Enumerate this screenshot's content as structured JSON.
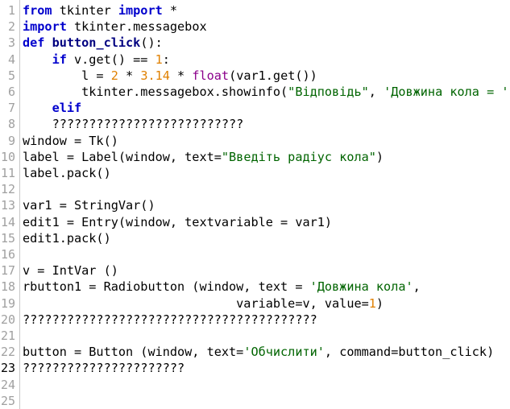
{
  "editor": {
    "lines": [
      {
        "number": "1",
        "current": false,
        "tokens": [
          {
            "t": "from",
            "c": "kw"
          },
          {
            "t": " tkinter ",
            "c": ""
          },
          {
            "t": "import",
            "c": "kw"
          },
          {
            "t": " *",
            "c": ""
          }
        ]
      },
      {
        "number": "2",
        "current": false,
        "tokens": [
          {
            "t": "import",
            "c": "kw"
          },
          {
            "t": " tkinter.messagebox",
            "c": ""
          }
        ]
      },
      {
        "number": "3",
        "current": false,
        "tokens": [
          {
            "t": "def",
            "c": "kw"
          },
          {
            "t": " ",
            "c": ""
          },
          {
            "t": "button_click",
            "c": "fn"
          },
          {
            "t": "():",
            "c": ""
          }
        ]
      },
      {
        "number": "4",
        "current": false,
        "tokens": [
          {
            "t": "    ",
            "c": ""
          },
          {
            "t": "if",
            "c": "kw"
          },
          {
            "t": " v.get() == ",
            "c": ""
          },
          {
            "t": "1",
            "c": "num"
          },
          {
            "t": ":",
            "c": ""
          }
        ]
      },
      {
        "number": "5",
        "current": false,
        "tokens": [
          {
            "t": "        l = ",
            "c": ""
          },
          {
            "t": "2",
            "c": "num"
          },
          {
            "t": " * ",
            "c": ""
          },
          {
            "t": "3.14",
            "c": "num"
          },
          {
            "t": " * ",
            "c": ""
          },
          {
            "t": "float",
            "c": "bi"
          },
          {
            "t": "(var1.get())",
            "c": ""
          }
        ]
      },
      {
        "number": "6",
        "current": false,
        "tokens": [
          {
            "t": "        tkinter.messagebox.showinfo(",
            "c": ""
          },
          {
            "t": "\"Відповідь\"",
            "c": "str"
          },
          {
            "t": ", ",
            "c": ""
          },
          {
            "t": "'Довжина кола = '",
            "c": "str"
          },
          {
            "t": " +",
            "c": ""
          }
        ]
      },
      {
        "number": "7",
        "current": false,
        "tokens": [
          {
            "t": "    ",
            "c": ""
          },
          {
            "t": "elif",
            "c": "kw"
          }
        ]
      },
      {
        "number": "8",
        "current": false,
        "tokens": [
          {
            "t": "    ??????????????????????????",
            "c": ""
          }
        ]
      },
      {
        "number": "9",
        "current": false,
        "tokens": [
          {
            "t": "window = Tk()",
            "c": ""
          }
        ]
      },
      {
        "number": "10",
        "current": false,
        "tokens": [
          {
            "t": "label = Label(window, text=",
            "c": ""
          },
          {
            "t": "\"Введіть радіус кола\"",
            "c": "str"
          },
          {
            "t": ")",
            "c": ""
          }
        ]
      },
      {
        "number": "11",
        "current": false,
        "tokens": [
          {
            "t": "label.pack()",
            "c": ""
          }
        ]
      },
      {
        "number": "12",
        "current": false,
        "tokens": []
      },
      {
        "number": "13",
        "current": false,
        "tokens": [
          {
            "t": "var1 = StringVar()",
            "c": ""
          }
        ]
      },
      {
        "number": "14",
        "current": false,
        "tokens": [
          {
            "t": "edit1 = Entry(window, textvariable = var1)",
            "c": ""
          }
        ]
      },
      {
        "number": "15",
        "current": false,
        "tokens": [
          {
            "t": "edit1.pack()",
            "c": ""
          }
        ]
      },
      {
        "number": "16",
        "current": false,
        "tokens": []
      },
      {
        "number": "17",
        "current": false,
        "tokens": [
          {
            "t": "v = IntVar ()",
            "c": ""
          }
        ]
      },
      {
        "number": "18",
        "current": false,
        "tokens": [
          {
            "t": "rbutton1 = Radiobutton (window, text = ",
            "c": ""
          },
          {
            "t": "'Довжина кола'",
            "c": "str"
          },
          {
            "t": ",",
            "c": ""
          }
        ]
      },
      {
        "number": "19",
        "current": false,
        "tokens": [
          {
            "t": "                             variable=v, value=",
            "c": ""
          },
          {
            "t": "1",
            "c": "num"
          },
          {
            "t": ")",
            "c": ""
          }
        ]
      },
      {
        "number": "20",
        "current": false,
        "tokens": [
          {
            "t": "????????????????????????????????????????",
            "c": ""
          }
        ]
      },
      {
        "number": "21",
        "current": false,
        "tokens": []
      },
      {
        "number": "22",
        "current": false,
        "tokens": [
          {
            "t": "button = Button (window, text=",
            "c": ""
          },
          {
            "t": "'Обчислити'",
            "c": "str"
          },
          {
            "t": ", command=button_click)",
            "c": ""
          }
        ]
      },
      {
        "number": "23",
        "current": true,
        "tokens": [
          {
            "t": "??????????????????????",
            "c": ""
          }
        ]
      },
      {
        "number": "24",
        "current": false,
        "tokens": []
      },
      {
        "number": "25",
        "current": false,
        "tokens": []
      }
    ]
  }
}
